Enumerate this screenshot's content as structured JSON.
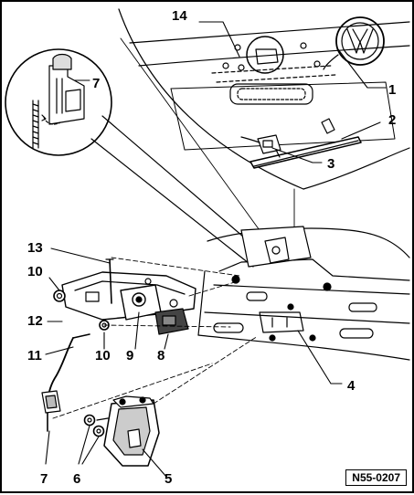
{
  "figure": {
    "reference_code": "N55-0207",
    "callouts": {
      "c1": "1",
      "c2": "2",
      "c3": "3",
      "c4": "4",
      "c5": "5",
      "c6": "6",
      "c7_bottom": "7",
      "c7_inset": "7",
      "c8": "8",
      "c9": "9",
      "c10_left": "10",
      "c10_mid": "10",
      "c11": "11",
      "c12": "12",
      "c13": "13",
      "c14": "14"
    }
  }
}
